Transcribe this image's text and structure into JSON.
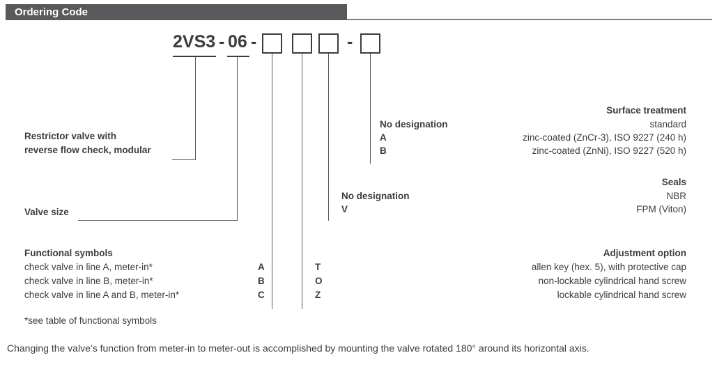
{
  "header": {
    "title": "Ordering Code"
  },
  "code": {
    "prefix": "2VS3",
    "dash1": "-",
    "size": "06",
    "dash2": "-",
    "dash3": "-"
  },
  "valve_type": {
    "line1": "Restrictor valve with",
    "line2": "reverse flow check, modular"
  },
  "valve_size": {
    "label": "Valve size"
  },
  "functional": {
    "title": "Functional symbols",
    "rows": [
      {
        "text": "check valve in line A, meter-in*",
        "code": "A"
      },
      {
        "text": "check valve in line B, meter-in*",
        "code": "B"
      },
      {
        "text": "check valve in line A and B, meter-in*",
        "code": "C"
      }
    ],
    "footnote": "*see table of functional symbols"
  },
  "adjustment": {
    "title": "Adjustment option",
    "rows": [
      {
        "code": "T",
        "text": "allen key (hex. 5), with protective cap"
      },
      {
        "code": "O",
        "text": "non-lockable cylindrical hand screw"
      },
      {
        "code": "Z",
        "text": "lockable cylindrical hand screw"
      }
    ]
  },
  "seals": {
    "title": "Seals",
    "rows": [
      {
        "code": "No designation",
        "text": "NBR"
      },
      {
        "code": "V",
        "text": "FPM (Viton)"
      }
    ]
  },
  "surface": {
    "title": "Surface treatment",
    "rows": [
      {
        "code": "No designation",
        "text": "standard"
      },
      {
        "code": "A",
        "text": "zinc-coated (ZnCr-3), ISO 9227 (240 h)"
      },
      {
        "code": "B",
        "text": "zinc-coated (ZnNi), ISO 9227 (520 h)"
      }
    ]
  },
  "note": "Changing the valve’s function from meter-in to meter-out is accomplished by mounting the valve rotated 180° around its horizontal axis.",
  "colors": {
    "header_bar": "#59595b",
    "text": "#3c3c3b",
    "line": "#55565a"
  }
}
